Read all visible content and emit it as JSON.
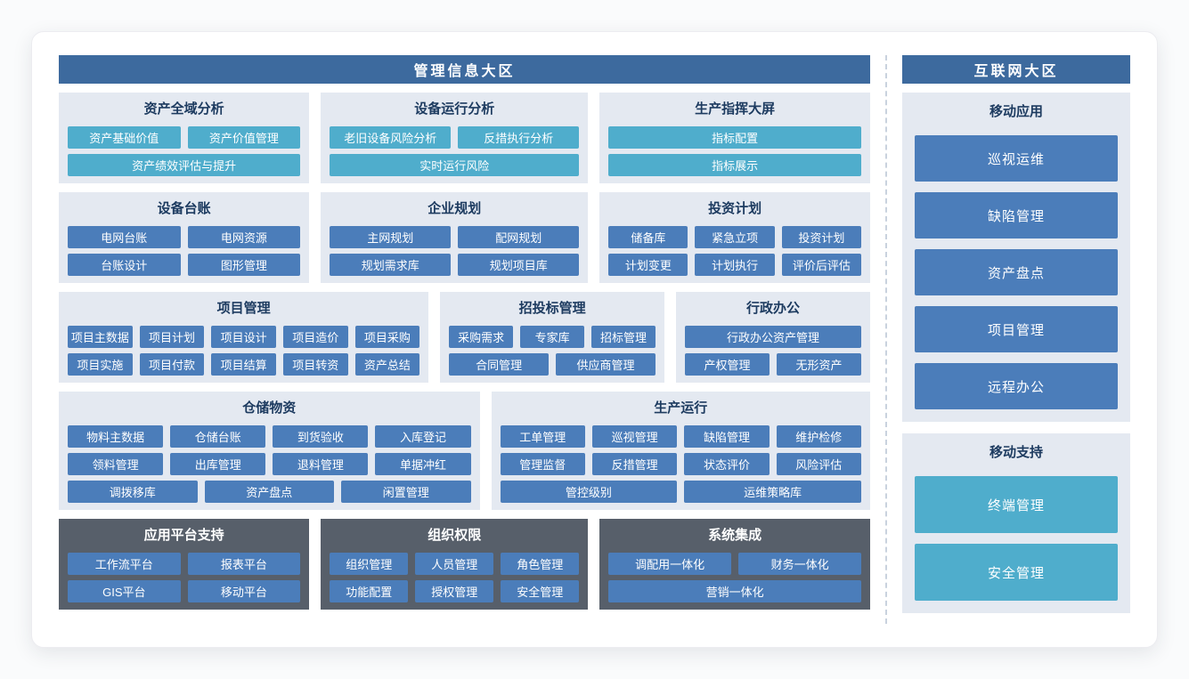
{
  "left_zone": {
    "title": "管理信息大区",
    "panel_rows": [
      {
        "panels": [
          {
            "title": "资产全域分析",
            "theme": "light",
            "button_style": "teal",
            "flex": 278,
            "rows": [
              [
                "资产基础价值",
                "资产价值管理"
              ],
              [
                "资产绩效评估与提升"
              ]
            ]
          },
          {
            "title": "设备运行分析",
            "theme": "light",
            "button_style": "teal",
            "flex": 298,
            "rows": [
              [
                "老旧设备风险分析",
                "反措执行分析"
              ],
              [
                "实时运行风险"
              ]
            ]
          },
          {
            "title": "生产指挥大屏",
            "theme": "light",
            "button_style": "teal",
            "flex": 302,
            "rows": [
              [
                "指标配置"
              ],
              [
                "指标展示"
              ]
            ]
          }
        ]
      },
      {
        "panels": [
          {
            "title": "设备台账",
            "theme": "light",
            "button_style": "blue",
            "flex": 278,
            "rows": [
              [
                "电网台账",
                "电网资源"
              ],
              [
                "台账设计",
                "图形管理"
              ]
            ]
          },
          {
            "title": "企业规划",
            "theme": "light",
            "button_style": "blue",
            "flex": 298,
            "rows": [
              [
                "主网规划",
                "配网规划"
              ],
              [
                "规划需求库",
                "规划项目库"
              ]
            ]
          },
          {
            "title": "投资计划",
            "theme": "light",
            "button_style": "blue",
            "flex": 302,
            "rows": [
              [
                "储备库",
                "紧急立项",
                "投资计划"
              ],
              [
                "计划变更",
                "计划执行",
                "评价后评估"
              ]
            ]
          }
        ]
      },
      {
        "panels": [
          {
            "title": "项目管理",
            "theme": "light",
            "button_style": "blue",
            "flex": 423,
            "rows": [
              [
                "项目主数据",
                "项目计划",
                "项目设计",
                "项目造价",
                "项目采购"
              ],
              [
                "项目实施",
                "项目付款",
                "项目结算",
                "项目转资",
                "资产总结"
              ]
            ]
          },
          {
            "title": "招投标管理",
            "theme": "light",
            "button_style": "blue",
            "flex": 248,
            "rows": [
              [
                "采购需求",
                "专家库",
                "招标管理"
              ],
              [
                "合同管理",
                "供应商管理"
              ]
            ]
          },
          {
            "title": "行政办公",
            "theme": "light",
            "button_style": "blue",
            "flex": 212,
            "rows": [
              [
                "行政办公资产管理"
              ],
              [
                "产权管理",
                "无形资产"
              ]
            ]
          }
        ]
      },
      {
        "panels": [
          {
            "title": "仓储物资",
            "theme": "light",
            "button_style": "blue",
            "flex": 471,
            "rows": [
              [
                "物料主数据",
                "仓储台账",
                "到货验收",
                "入库登记"
              ],
              [
                "领料管理",
                "出库管理",
                "退料管理",
                "单据冲红"
              ],
              [
                "调拨移库",
                "资产盘点",
                "闲置管理"
              ]
            ]
          },
          {
            "title": "生产运行",
            "theme": "light",
            "button_style": "blue",
            "flex": 422,
            "rows": [
              [
                "工单管理",
                "巡视管理",
                "缺陷管理",
                "维护检修"
              ],
              [
                "管理监督",
                "反措管理",
                "状态评价",
                "风险评估"
              ],
              [
                "管控级别",
                "运维策略库"
              ]
            ]
          }
        ]
      },
      {
        "panels": [
          {
            "title": "应用平台支持",
            "theme": "dark",
            "button_style": "blue",
            "flex": 278,
            "rows": [
              [
                "工作流平台",
                "报表平台"
              ],
              [
                "GIS平台",
                "移动平台"
              ]
            ]
          },
          {
            "title": "组织权限",
            "theme": "dark",
            "button_style": "blue",
            "flex": 298,
            "rows": [
              [
                "组织管理",
                "人员管理",
                "角色管理"
              ],
              [
                "功能配置",
                "授权管理",
                "安全管理"
              ]
            ]
          },
          {
            "title": "系统集成",
            "theme": "dark",
            "button_style": "blue",
            "flex": 302,
            "rows": [
              [
                "调配用一体化",
                "财务一体化"
              ],
              [
                "营销一体化"
              ]
            ]
          }
        ]
      }
    ]
  },
  "right_zone": {
    "title": "互联网大区",
    "sections": [
      {
        "title": "移动应用",
        "button_style": "blue",
        "button_height": 52,
        "items": [
          "巡视运维",
          "缺陷管理",
          "资产盘点",
          "项目管理",
          "远程办公"
        ]
      },
      {
        "title": "移动支持",
        "button_style": "teal",
        "button_height": 64,
        "items": [
          "终端管理",
          "安全管理"
        ]
      }
    ]
  },
  "colors": {
    "zone_header_blue": "#3d6a9e",
    "panel_light_bg": "#e4e9f1",
    "panel_dark_bg": "#575f6a",
    "module_blue": "#4b7dba",
    "module_teal": "#4fadcc",
    "panel_title_text": "#1d3b60"
  }
}
